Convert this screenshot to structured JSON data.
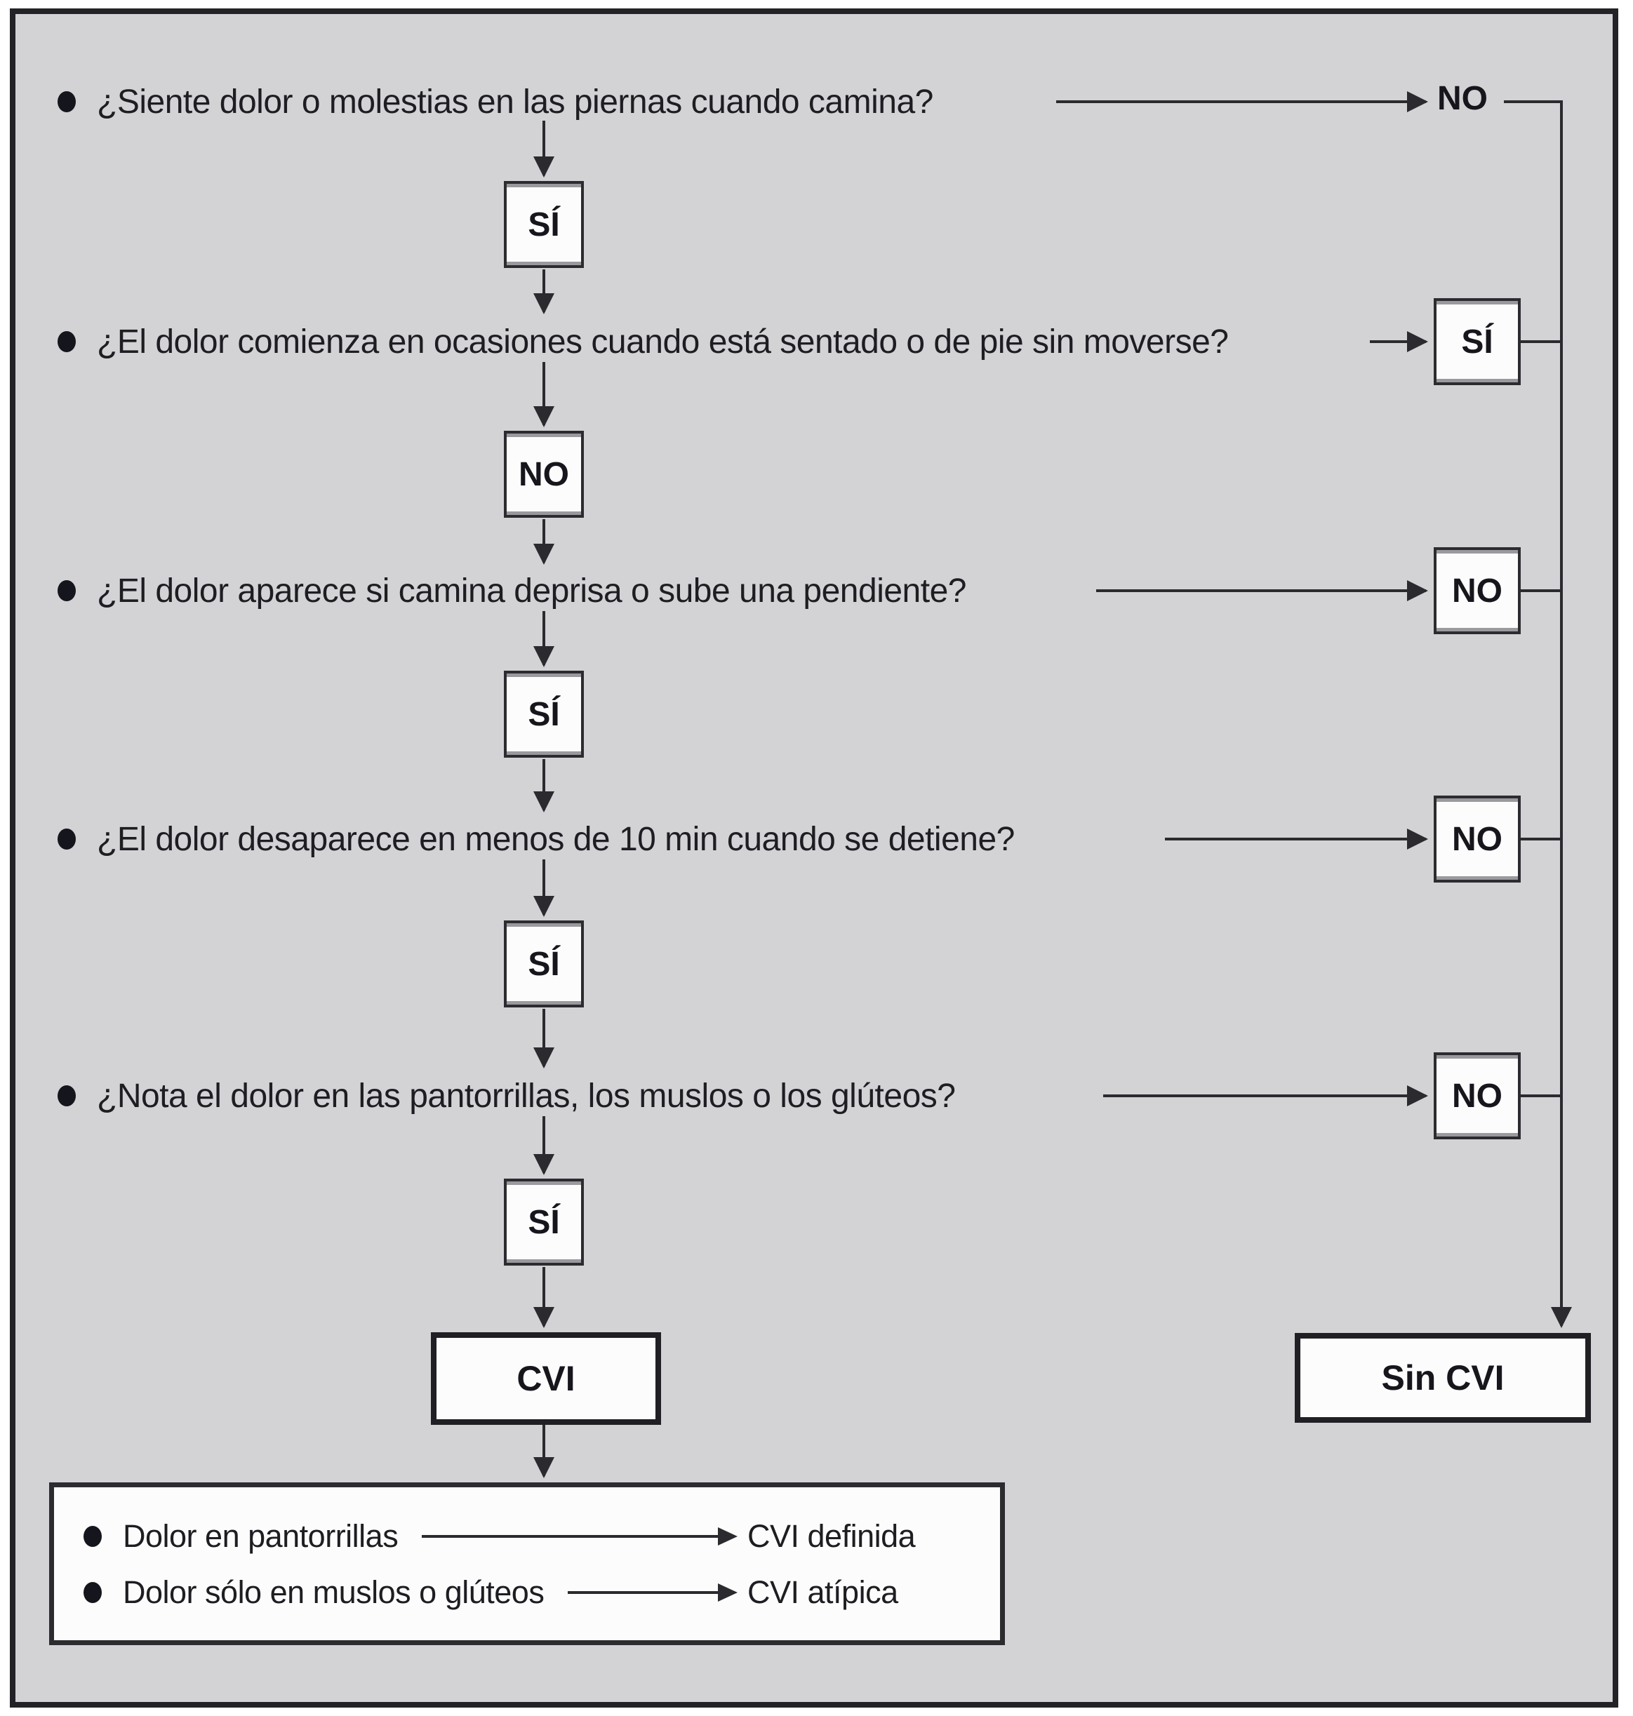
{
  "flowchart": {
    "questions": [
      {
        "text": "¿Siente dolor o molestias en las piernas cuando camina?",
        "side_answer": "NO",
        "down_answer": "SÍ"
      },
      {
        "text": "¿El dolor comienza en ocasiones cuando está sentado o de pie sin moverse?",
        "side_answer": "SÍ",
        "down_answer": "NO"
      },
      {
        "text": "¿El dolor aparece si camina deprisa o sube una pendiente?",
        "side_answer": "NO",
        "down_answer": "SÍ"
      },
      {
        "text": "¿El dolor desaparece en menos de 10 min cuando se detiene?",
        "side_answer": "NO",
        "down_answer": "SÍ"
      },
      {
        "text": "¿Nota el dolor en las pantorrillas, los muslos o los glúteos?",
        "side_answer": "NO",
        "down_answer": "SÍ"
      }
    ],
    "outcomes": {
      "positive_label": "CVI",
      "negative_label": "Sin CVI"
    },
    "legend": {
      "items": [
        {
          "condition": "Dolor en pantorrillas",
          "result": "CVI definida"
        },
        {
          "condition": "Dolor sólo en muslos o glúteos",
          "result": "CVI atípica"
        }
      ]
    },
    "colors": {
      "background": "#d3d3d6",
      "box_fill": "#fcfcfc",
      "line": "#2b2b2f",
      "text": "#1d1d22"
    }
  }
}
